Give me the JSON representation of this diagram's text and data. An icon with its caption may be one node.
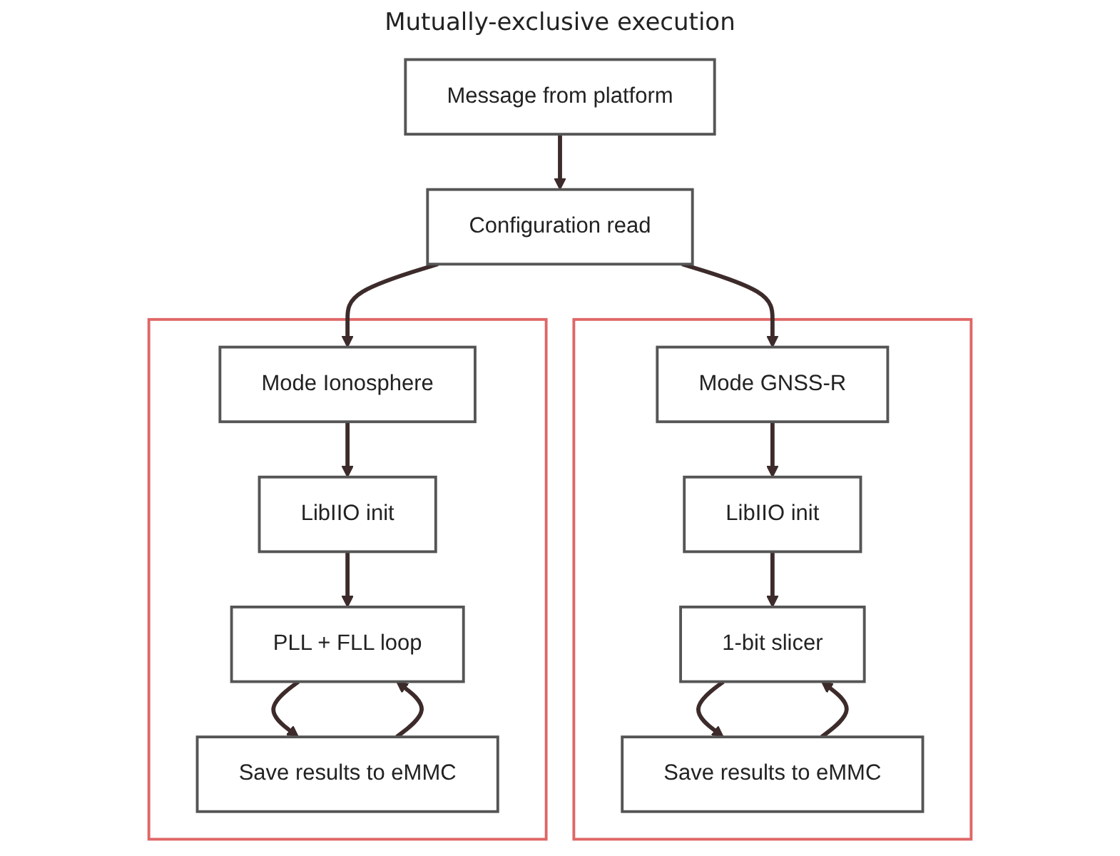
{
  "diagram": {
    "nodes": [
      {
        "text": [
          "Message from platform"
        ]
      },
      {
        "text": [
          "Configuration read"
        ]
      },
      {
        "text": [],
        "shape": "box"
      },
      {
        "text": [
          "Mode Ionosphere"
        ],
        "in": 2
      },
      {
        "text": [
          "LibIIO init"
        ],
        "in": 2
      },
      {
        "text": [
          "PLL + FLL loop"
        ],
        "in": 2
      },
      {
        "text": [
          "Save results to eMMC"
        ],
        "in": 2
      },
      {
        "text": [],
        "shape": "box"
      },
      {
        "text": [
          "Mode GNSS-R"
        ],
        "in": 7
      },
      {
        "text": [
          "LibIIO init"
        ],
        "in": 7
      },
      {
        "text": [
          "1-bit slicer"
        ],
        "in": 7
      },
      {
        "text": [
          "Save results to eMMC"
        ],
        "in": 7
      }
    ],
    "edges": [
      {
        "from": 0,
        "to": 1,
        "arrow": "to"
      },
      {
        "from": 1,
        "to": 3,
        "arrow": "to"
      },
      {
        "from": 1,
        "to": 8,
        "arrow": "to"
      },
      {
        "from": 3,
        "to": 4,
        "arrow": "to"
      },
      {
        "from": 4,
        "to": 5,
        "arrow": "to"
      },
      {
        "from": 5,
        "to": 6,
        "arrow": "to"
      },
      {
        "from": 6,
        "to": 5,
        "arrow": "to"
      },
      {
        "from": 8,
        "to": 9,
        "arrow": "to"
      },
      {
        "from": 9,
        "to": 10,
        "arrow": "to"
      },
      {
        "from": 10,
        "to": 11,
        "arrow": "to"
      },
      {
        "from": 11,
        "to": 10,
        "arrow": "to"
      }
    ],
    "labels": [
      "Mutually-exclusive execution"
    ]
  }
}
